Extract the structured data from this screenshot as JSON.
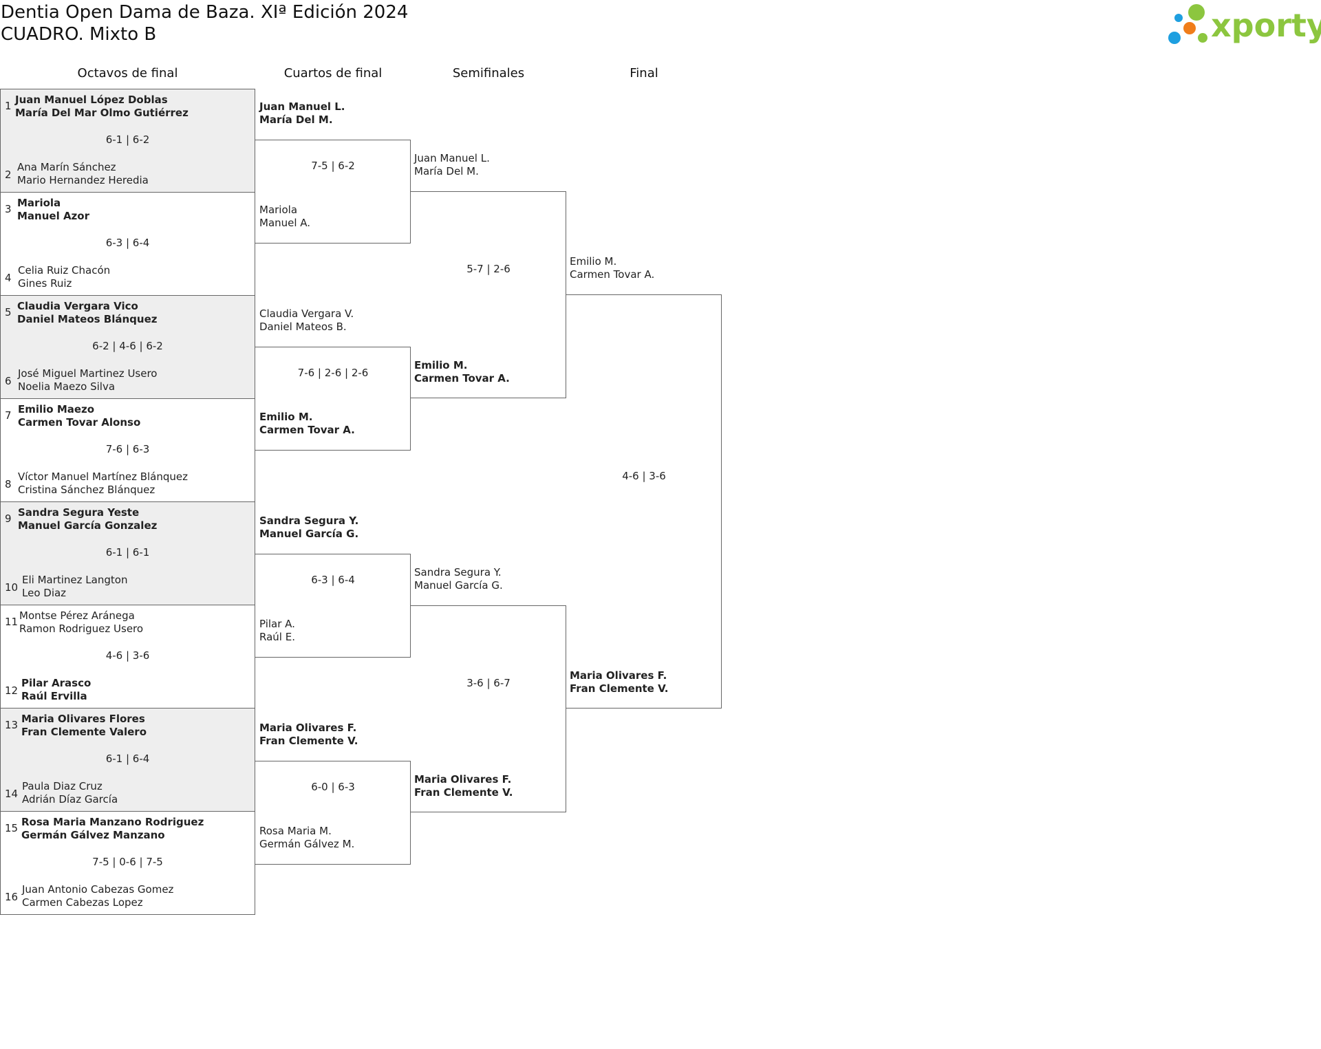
{
  "header": {
    "title": "Dentia Open Dama de Baza. XIª Edición 2024",
    "subtitle": "CUADRO. Mixto B",
    "logo_text": "xporty",
    "logo_colors": [
      "#8cc63f",
      "#1e9fe0",
      "#f07d1a"
    ]
  },
  "rounds": [
    "Octavos de final",
    "Cuartos de final",
    "Semifinales",
    "Final"
  ],
  "r16": [
    {
      "seed_a": "1",
      "a1": "Juan Manuel López Doblas",
      "a2": "María Del Mar Olmo Gutiérrez",
      "score": "6-1 | 6-2",
      "seed_b": "2",
      "b1": "Ana Marín Sánchez",
      "b2": "Mario Hernandez Heredia"
    },
    {
      "seed_a": "3",
      "a1": "Mariola",
      "a2": "Manuel Azor",
      "score": "6-3 | 6-4",
      "seed_b": "4",
      "b1": "Celia Ruiz Chacón",
      "b2": "Gines Ruiz"
    },
    {
      "seed_a": "5",
      "a1": "Claudia Vergara Vico",
      "a2": "Daniel Mateos Blánquez",
      "score": "6-2 | 4-6 | 6-2",
      "seed_b": "6",
      "b1": "José Miguel Martinez Usero",
      "b2": "Noelia Maezo Silva"
    },
    {
      "seed_a": "7",
      "a1": "Emilio Maezo",
      "a2": "Carmen Tovar Alonso",
      "score": "7-6 | 6-3",
      "seed_b": "8",
      "b1": "Víctor Manuel Martínez Blánquez",
      "b2": "Cristina Sánchez Blánquez"
    },
    {
      "seed_a": "9",
      "a1": "Sandra Segura Yeste",
      "a2": "Manuel García Gonzalez",
      "score": "6-1 | 6-1",
      "seed_b": "10",
      "b1": "Eli Martinez Langton",
      "b2": "Leo Diaz"
    },
    {
      "seed_a": "11",
      "a1": "Montse Pérez Aránega",
      "a2": "Ramon Rodriguez Usero",
      "score": "4-6 | 3-6",
      "seed_b": "12",
      "b1": "Pilar Arasco",
      "b2": "Raúl Ervilla"
    },
    {
      "seed_a": "13",
      "a1": "Maria Olivares Flores",
      "a2": "Fran Clemente Valero",
      "score": "6-1 | 6-4",
      "seed_b": "14",
      "b1": "Paula Diaz Cruz",
      "b2": "Adrián Díaz García"
    },
    {
      "seed_a": "15",
      "a1": "Rosa Maria Manzano Rodriguez",
      "a2": "Germán Gálvez Manzano",
      "score": "7-5 | 0-6 | 7-5",
      "seed_b": "16",
      "b1": "Juan Antonio Cabezas Gomez",
      "b2": "Carmen Cabezas Lopez"
    }
  ],
  "qf": [
    {
      "a1": "Juan Manuel L.",
      "a2": "María Del M.",
      "score": "7-5 | 6-2",
      "b1": "Mariola",
      "b2": "Manuel A."
    },
    {
      "a1": "Claudia Vergara V.",
      "a2": "Daniel Mateos B.",
      "score": "7-6 | 2-6 | 2-6",
      "b1": "Emilio M.",
      "b2": "Carmen Tovar A."
    },
    {
      "a1": "Sandra Segura Y.",
      "a2": "Manuel García G.",
      "score": "6-3 | 6-4",
      "b1": "Pilar A.",
      "b2": "Raúl E."
    },
    {
      "a1": "Maria Olivares F.",
      "a2": "Fran Clemente V.",
      "score": "6-0 | 6-3",
      "b1": "Rosa Maria M.",
      "b2": "Germán Gálvez M."
    }
  ],
  "sf": [
    {
      "a1": "Juan Manuel L.",
      "a2": "María Del M.",
      "score": "5-7 | 2-6",
      "b1": "Emilio M.",
      "b2": "Carmen Tovar A."
    },
    {
      "a1": "Sandra Segura Y.",
      "a2": "Manuel García G.",
      "score": "3-6 | 6-7",
      "b1": "Maria Olivares F.",
      "b2": "Fran Clemente V."
    }
  ],
  "final": {
    "a1": "Emilio M.",
    "a2": "Carmen Tovar A.",
    "score": "4-6 | 3-6",
    "b1": "Maria Olivares F.",
    "b2": "Fran Clemente V."
  }
}
